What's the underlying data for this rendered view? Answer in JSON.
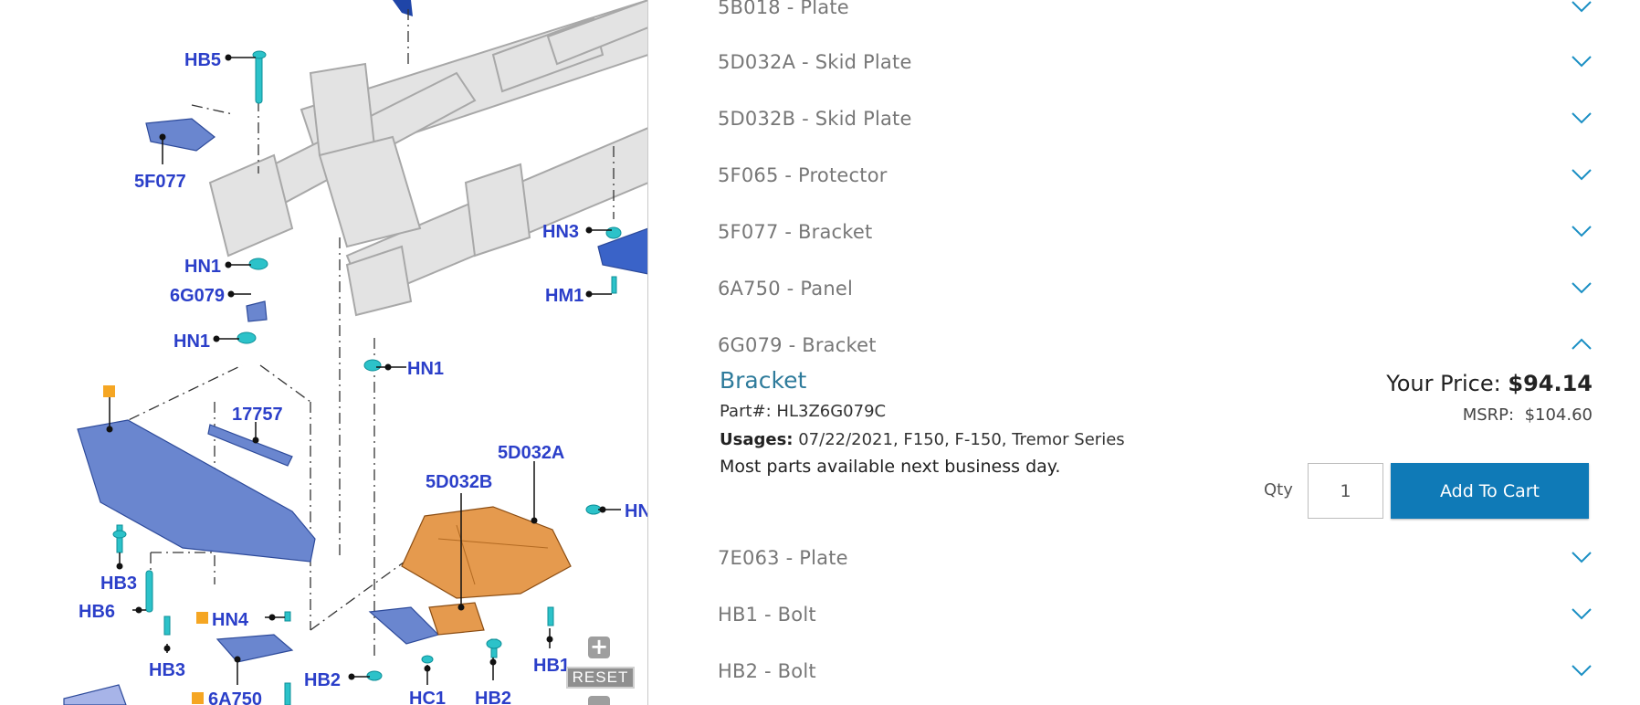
{
  "diagram": {
    "labels": {
      "hb5": "HB5",
      "f5f077": "5F077",
      "hn1_a": "HN1",
      "g6g079": "6G079",
      "hn1_b": "HN1",
      "hn1_c": "HN1",
      "hn3": "HN3",
      "hm1": "HM1",
      "p17757": "17757",
      "d5d032a": "5D032A",
      "d5d032b": "5D032B",
      "hb3_a": "HB3",
      "hb6": "HB6",
      "hb3_b": "HB3",
      "hn4": "HN4",
      "a6a750": "6A750",
      "hb2_a": "HB2",
      "hc1": "HC1",
      "hb2_b": "HB2",
      "hb1": "HB1",
      "hn_cut": "HN"
    },
    "controls": {
      "zoom_in": "+",
      "reset": "RESET"
    }
  },
  "parts": {
    "rows": [
      {
        "label": "5B018 - Plate"
      },
      {
        "label": "5D032A - Skid Plate"
      },
      {
        "label": "5D032B - Skid Plate"
      },
      {
        "label": "5F065 - Protector"
      },
      {
        "label": "5F077 - Bracket"
      },
      {
        "label": "6A750 - Panel"
      },
      {
        "label": "6G079 - Bracket",
        "expanded": true
      },
      {
        "label": "7E063 - Plate"
      },
      {
        "label": "HB1 - Bolt"
      },
      {
        "label": "HB2 - Bolt"
      }
    ],
    "detail": {
      "title": "Bracket",
      "part_label": "Part#:",
      "part_number": "HL3Z6G079C",
      "usages_label": "Usages:",
      "usages": "07/22/2021, F150, F-150, Tremor Series",
      "availability": "Most parts available next business day.",
      "price_label": "Your Price:",
      "price": "$94.14",
      "msrp_label": "MSRP:",
      "msrp": "$104.60",
      "qty_label": "Qty",
      "qty_value": "1",
      "add_to_cart": "Add To Cart"
    }
  },
  "colors": {
    "accent": "#0f7ab7",
    "link": "#2e7b9b",
    "diagram_label": "#2b3fc9",
    "chevron": "#1a8fc4"
  }
}
